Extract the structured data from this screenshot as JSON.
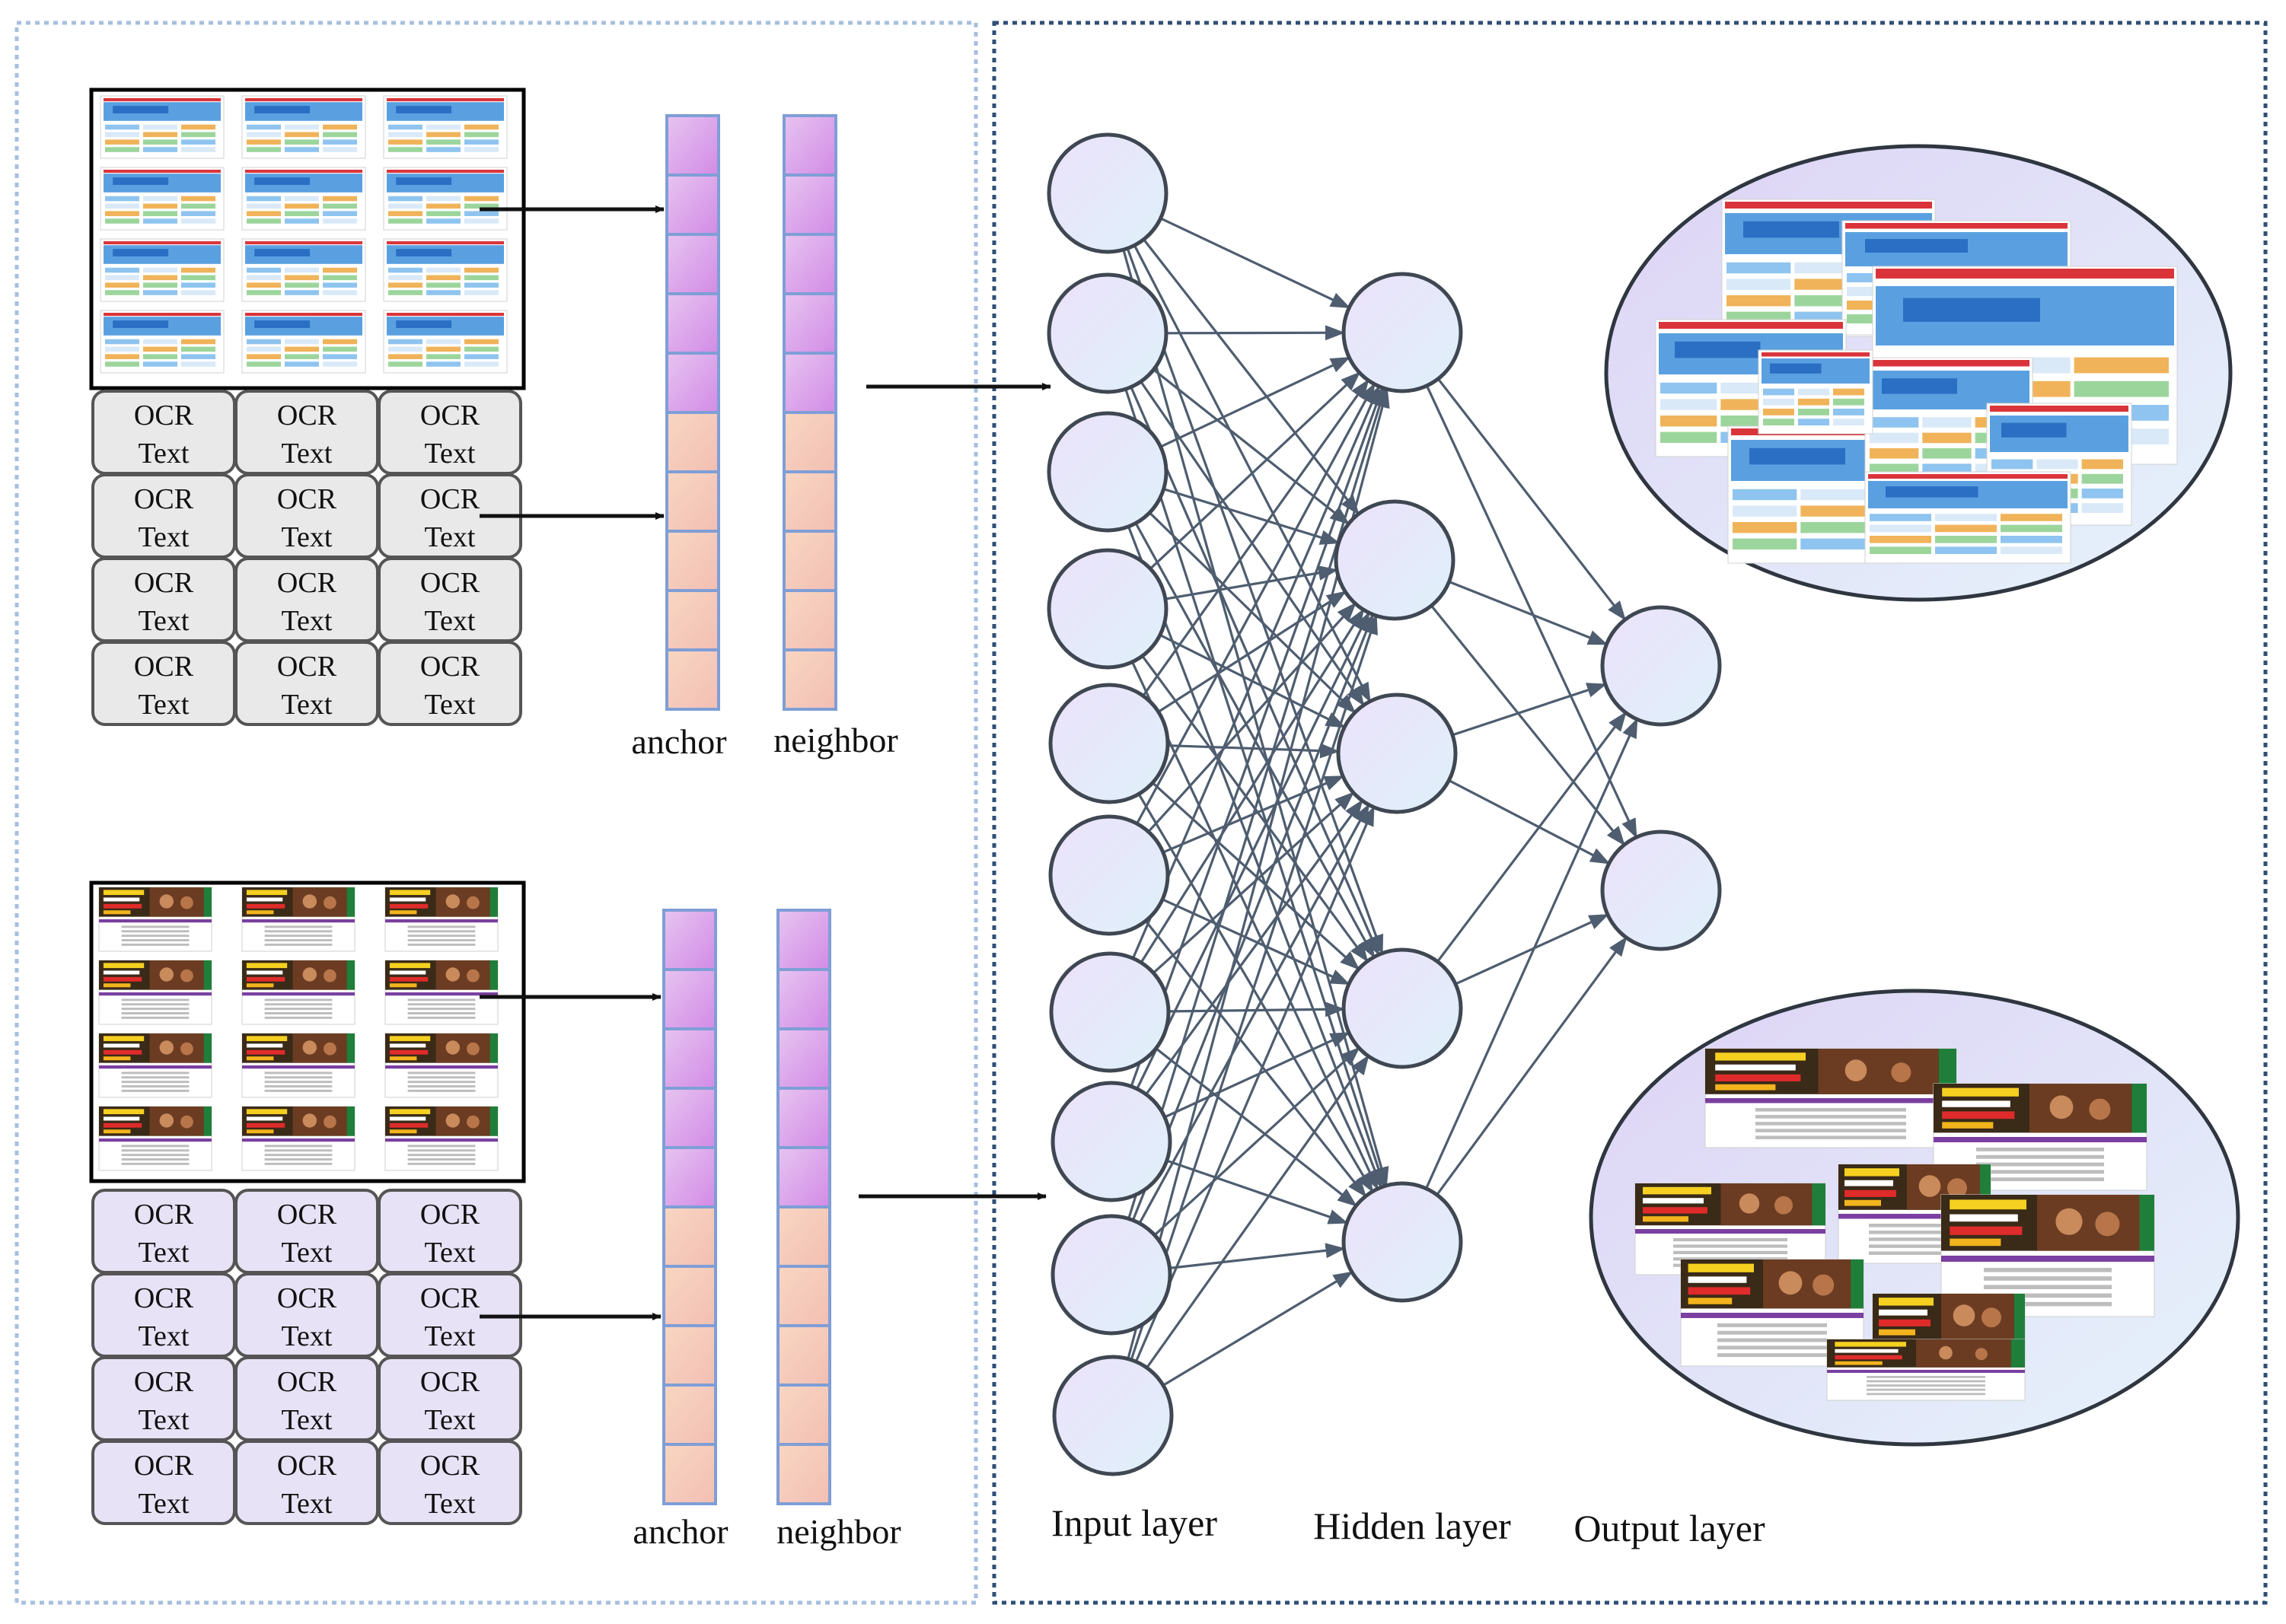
{
  "panels": {
    "top_group": {
      "ocr_grid": {
        "rows": 4,
        "cols": 3,
        "line1": "OCR",
        "line2": "Text",
        "fill": "#e9e9e9",
        "stroke": "#555555"
      },
      "vectors": {
        "anchor_label": "anchor",
        "neighbor_label": "neighbor"
      }
    },
    "bottom_group": {
      "ocr_grid": {
        "rows": 4,
        "cols": 3,
        "line1": "OCR",
        "line2": "Text",
        "fill": "#e8e2f6",
        "stroke": "#555555"
      },
      "vectors": {
        "anchor_label": "anchor",
        "neighbor_label": "neighbor"
      }
    }
  },
  "network": {
    "input_layer_label": "Input layer",
    "hidden_layer_label": "Hidden layer",
    "output_layer_label": "Output layer",
    "input_nodes": 10,
    "hidden_nodes": 5,
    "output_nodes": 2
  },
  "colors": {
    "border_left": "#a6bfe0",
    "border_right": "#2f4f77",
    "vector_top": "#d79ee8",
    "vector_bottom": "#f6c7b2",
    "vector_stroke": "#7f9ed6",
    "edge": "#4e5d6f",
    "node_fill_a": "#e9e3f9",
    "node_fill_b": "#e2f0fb",
    "node_stroke": "#3f4752"
  }
}
